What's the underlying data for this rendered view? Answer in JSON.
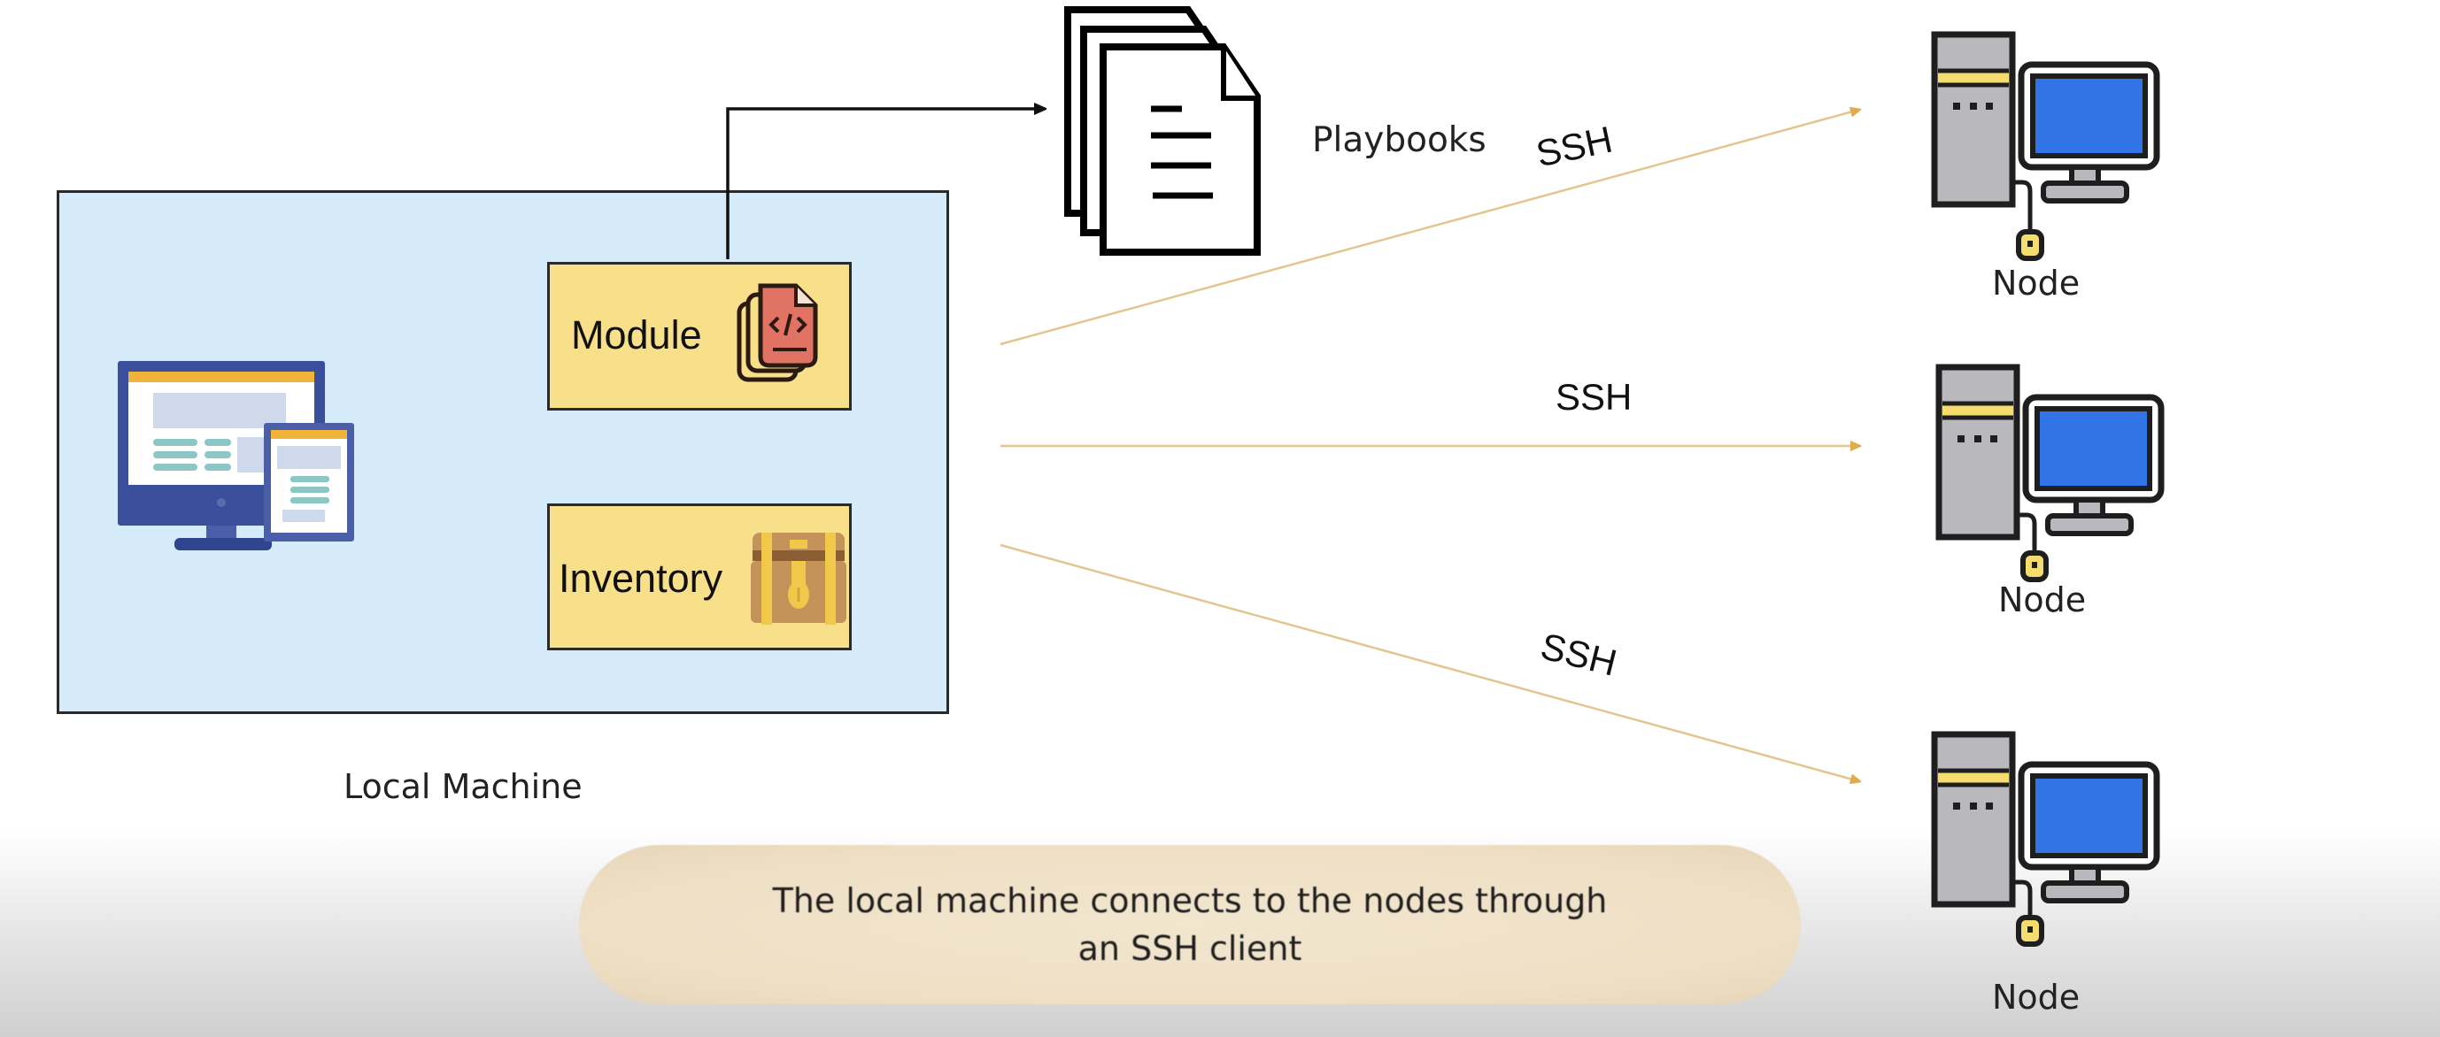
{
  "diagram": {
    "local_machine": {
      "label": "Local Machine",
      "components": [
        {
          "label": "Module",
          "icon": "code-file-stack-icon"
        },
        {
          "label": "Inventory",
          "icon": "treasure-chest-icon"
        }
      ],
      "icon": "desktop-and-tablet-icon"
    },
    "playbooks": {
      "label": "Playbooks",
      "icon": "document-stack-icon"
    },
    "connections": [
      {
        "label": "SSH",
        "from": "Local Machine",
        "to": "Node 1"
      },
      {
        "label": "SSH",
        "from": "Local Machine",
        "to": "Node 2"
      },
      {
        "label": "SSH",
        "from": "Local Machine",
        "to": "Node 3"
      }
    ],
    "nodes": [
      {
        "label": "Node",
        "icon": "desktop-computer-icon"
      },
      {
        "label": "Node",
        "icon": "desktop-computer-icon"
      },
      {
        "label": "Node",
        "icon": "desktop-computer-icon"
      }
    ],
    "caption": {
      "line1": "The local machine connects to the nodes through",
      "line2": "an SSH client"
    },
    "colors": {
      "local_machine_fill": "#d6ebf9",
      "component_fill": "#f8df8a",
      "arrow": "#e0ad4e",
      "node_screen": "#3174e6",
      "node_case": "#b9b9bd",
      "caption_pill": "#f0e2c8"
    }
  }
}
